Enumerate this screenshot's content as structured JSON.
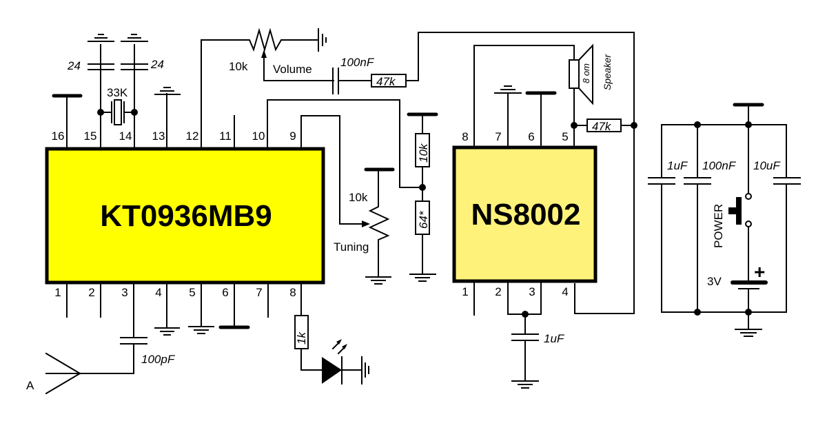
{
  "title": "KT0936MB9 + NS8002 radio receiver schematic",
  "colors": {
    "ic1_fill": "#FFFF00",
    "ic2_fill": "#FFF27A",
    "line": "#000000",
    "background": "#FFFFFF"
  },
  "ic1": {
    "name": "KT0936MB9",
    "pins_top": [
      "16",
      "15",
      "14",
      "13",
      "12",
      "11",
      "10",
      "9"
    ],
    "pins_bottom": [
      "1",
      "2",
      "3",
      "4",
      "5",
      "6",
      "7",
      "8"
    ]
  },
  "ic2": {
    "name": "NS8002",
    "pins_top": [
      "8",
      "7",
      "6",
      "5"
    ],
    "pins_bottom": [
      "1",
      "2",
      "3",
      "4"
    ]
  },
  "components": {
    "cap_xtal_left": "24",
    "cap_xtal_right": "24",
    "crystal": "33K",
    "volume_pot_value": "10k",
    "volume_pot_label": "Volume",
    "cap_coupling": "100nF",
    "res_47k_top": "47k",
    "res_47k_right": "47k",
    "speaker_value": "8 om",
    "speaker_label": "Speaker",
    "tuning_pot_value": "10k",
    "tuning_pot_label": "Tuning",
    "res_10k": "10k",
    "res_64": "64*",
    "cap_antenna": "100pF",
    "antenna_label": "A",
    "res_led": "1k",
    "cap_bypass": "1uF",
    "psu_cap1": "1uF",
    "psu_cap2": "100nF",
    "psu_cap3": "10uF",
    "power_switch": "POWER",
    "battery_voltage": "3V",
    "battery_plus": "+"
  }
}
